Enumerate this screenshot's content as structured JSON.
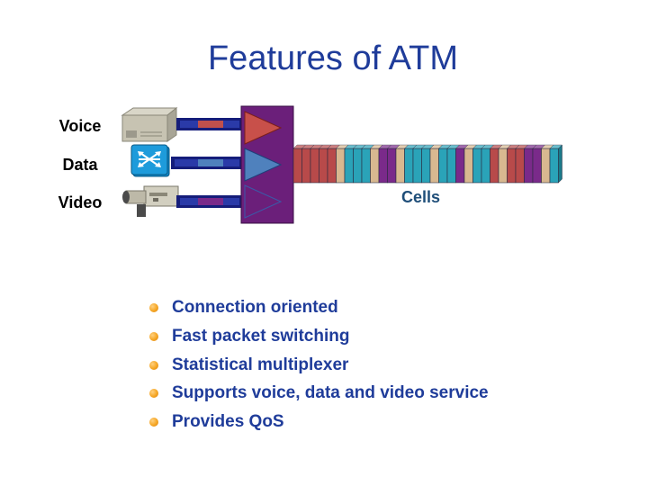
{
  "title": "Features of ATM",
  "sources": [
    {
      "label": "Voice",
      "icon": "telephone-icon",
      "color": "#c0504d"
    },
    {
      "label": "Data",
      "icon": "network-switch-icon",
      "color": "#4f81bd"
    },
    {
      "label": "Video",
      "icon": "video-camera-icon",
      "color": "#7030a0"
    }
  ],
  "multiplexer": {
    "color": "#6b1f7a"
  },
  "cells_label": "Cells",
  "cell_colors": {
    "red": "#b84a4a",
    "teal": "#2aa3b8",
    "purple": "#7a2a8a",
    "tan": "#d8b890"
  },
  "features": [
    "Connection oriented",
    "Fast packet switching",
    "Statistical multiplexer",
    "Supports voice, data and video service",
    "Provides QoS"
  ]
}
